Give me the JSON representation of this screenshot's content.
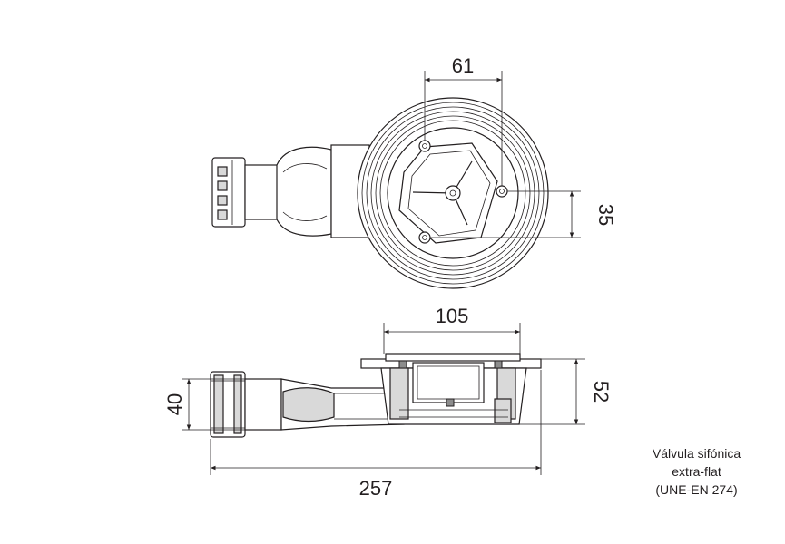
{
  "dimensions": {
    "top_width": "61",
    "top_offset": "35",
    "side_width": "105",
    "side_height": "52",
    "outlet_height": "40",
    "overall_length": "257"
  },
  "caption": {
    "line1": "Válvula sifónica",
    "line2": "extra-flat",
    "line3": "(UNE-EN 274)"
  },
  "colors": {
    "line": "#231f20",
    "shade": "#d9d9d9",
    "dark": "#8c8c8c"
  }
}
